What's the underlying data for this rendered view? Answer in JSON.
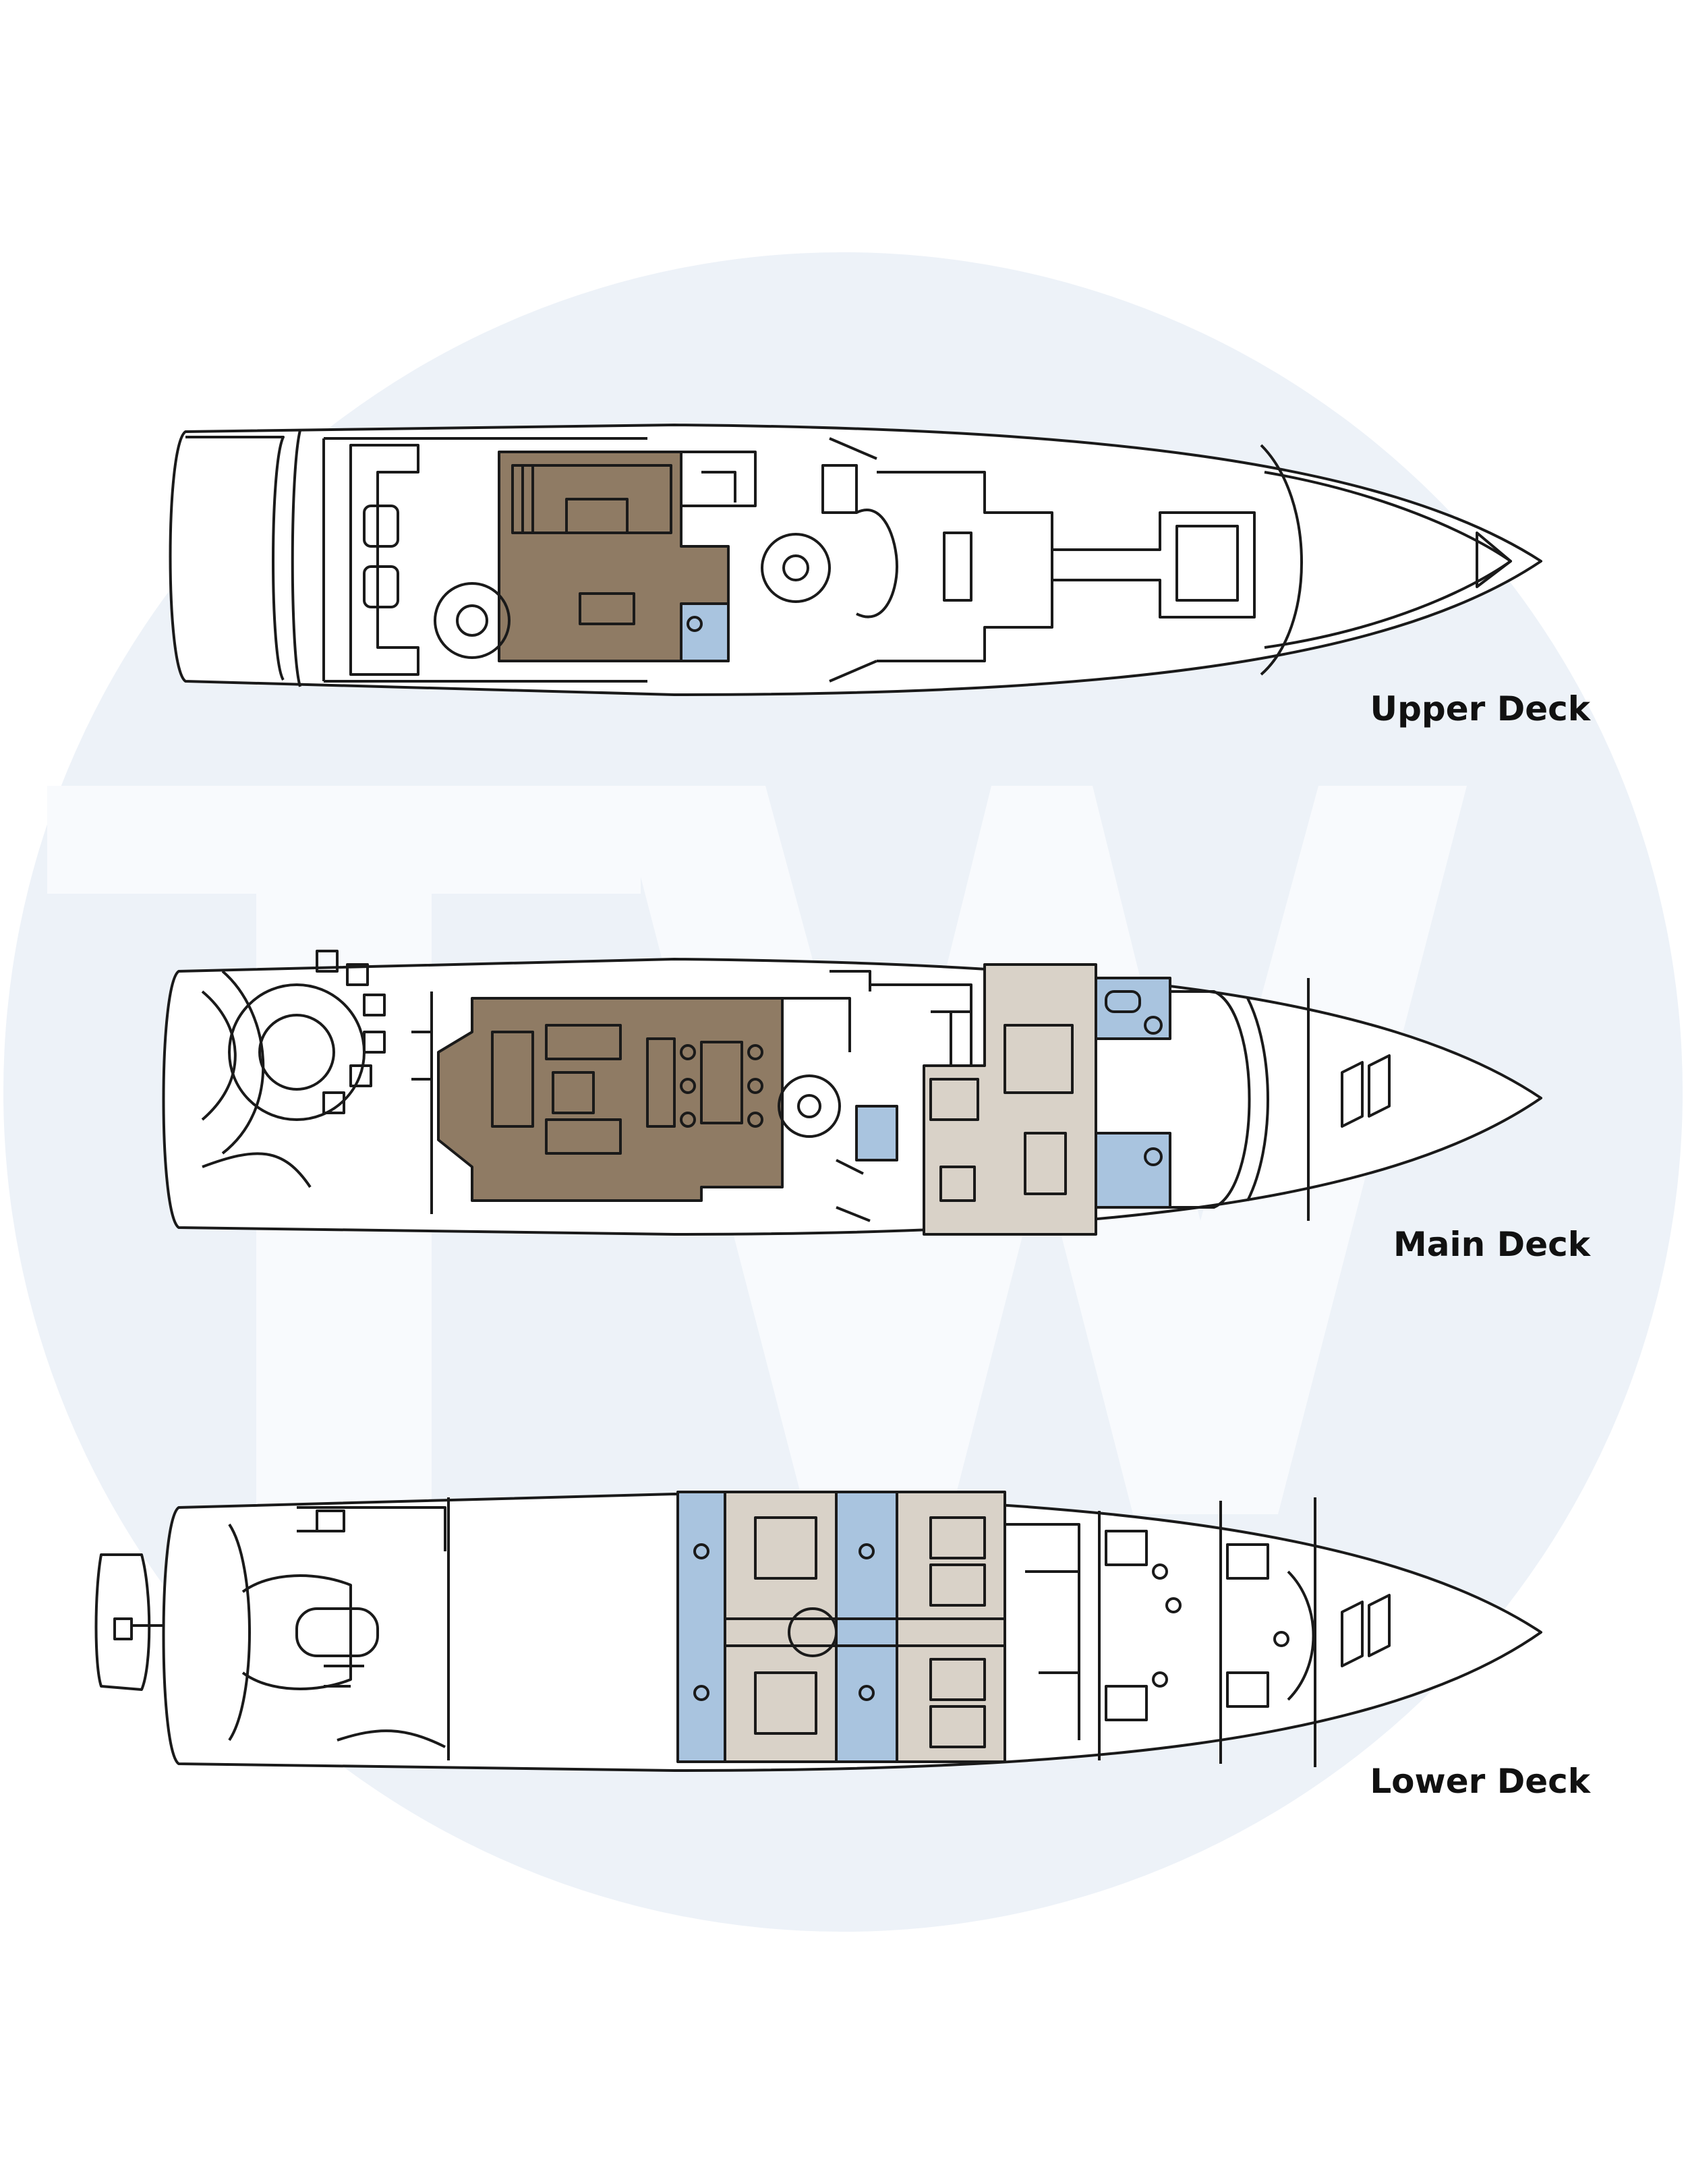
{
  "decks": {
    "upper": {
      "label": "Upper Deck"
    },
    "main": {
      "label": "Main Deck"
    },
    "lower": {
      "label": "Lower Deck"
    }
  },
  "watermark": {
    "icon": "tw-watermark-logo",
    "text": "TW"
  },
  "colors": {
    "background": "#ffffff",
    "watermark_circle": "#edf2f8",
    "watermark_letters": "#f8fafd",
    "line": "#1a1a1a",
    "salon_brown": "#8f7b64",
    "cabin_taupe": "#d9d2c8",
    "bathroom_blue": "#a9c4df"
  }
}
